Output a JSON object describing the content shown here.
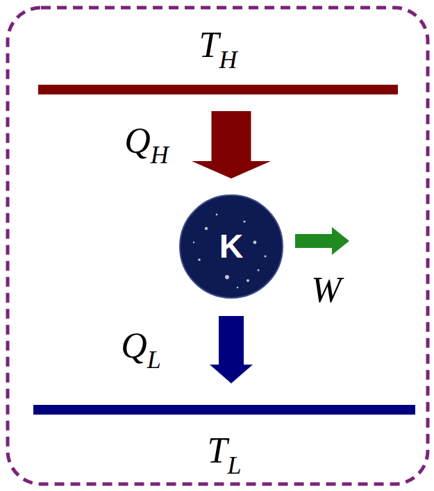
{
  "diagram": {
    "nodes": [
      {
        "text": [
          "TH"
        ]
      },
      {
        "text": [
          "K"
        ]
      },
      {
        "text": [
          "TL"
        ]
      }
    ],
    "edges": [
      {
        "from": 0,
        "to": 1,
        "arrow": "to",
        "label": "QH"
      },
      {
        "from": 1,
        "to": 2,
        "arrow": "to",
        "label": "QL"
      }
    ],
    "labels": [
      "W"
    ]
  }
}
